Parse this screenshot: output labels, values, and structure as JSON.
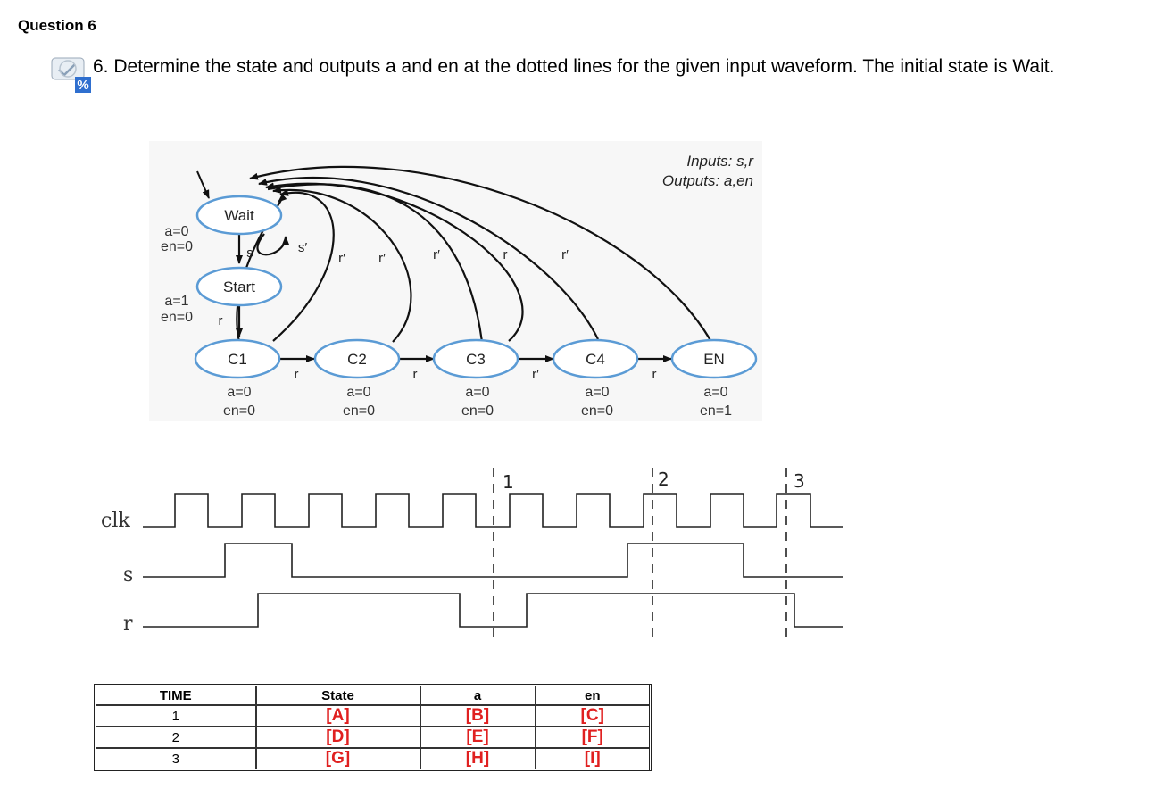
{
  "question": {
    "title": "Question 6",
    "text": "6. Determine the state and outputs a and en at the dotted lines for the given input waveform. The initial state is Wait."
  },
  "fsm": {
    "inputs": "Inputs: s,r",
    "outputs": "Outputs: a,en",
    "states": {
      "wait": "Wait",
      "start": "Start",
      "c1": "C1",
      "c2": "C2",
      "c3": "C3",
      "c4": "C4",
      "en": "EN"
    },
    "outputs_by_state": {
      "wait_a": "a=0",
      "wait_en": "en=0",
      "start_a": "a=1",
      "start_en": "en=0",
      "c1_a": "a=0",
      "c1_en": "en=0",
      "c2_a": "a=0",
      "c2_en": "en=0",
      "c3_a": "a=0",
      "c3_en": "en=0",
      "c4_a": "a=0",
      "c4_en": "en=0",
      "en_a": "a=0",
      "en_en": "en=1"
    },
    "transitions": {
      "wait_start": "s",
      "wait_self": "s′",
      "start_c1": "r",
      "c1_c2": "r",
      "c2_c3": "r",
      "c3_c4": "r′",
      "c4_en": "r",
      "c1_wait": "r′",
      "c2_wait": "r′",
      "c3_wait": "r′",
      "c4_wait": "r",
      "en_wait": "r′"
    }
  },
  "waveform": {
    "signals": {
      "clk": "clk",
      "s": "s",
      "r": "r"
    },
    "markers": {
      "m1": "1",
      "m2": "2",
      "m3": "3"
    }
  },
  "table": {
    "headers": {
      "time": "TIME",
      "state": "State",
      "a": "a",
      "en": "en"
    },
    "rows": [
      {
        "time": "1",
        "state": "[A]",
        "a": "[B]",
        "en": "[C]"
      },
      {
        "time": "2",
        "state": "[D]",
        "a": "[E]",
        "en": "[F]"
      },
      {
        "time": "3",
        "state": "[G]",
        "a": "[H]",
        "en": "[I]"
      }
    ]
  },
  "colors": {
    "state_outline": "#5b9bd5",
    "answer_red": "#e02020",
    "diagram_bg": "#f7f7f7"
  }
}
